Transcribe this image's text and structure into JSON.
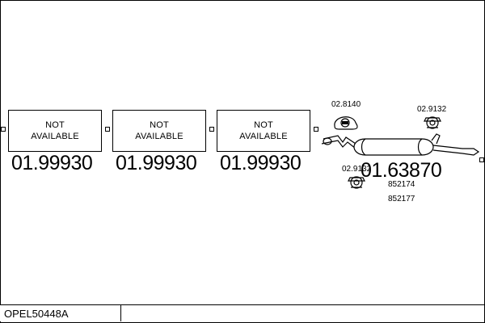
{
  "diagram": {
    "placeholders": [
      {
        "line1": "NOT",
        "line2": "AVAILABLE",
        "code": "01.99930"
      },
      {
        "line1": "NOT",
        "line2": "AVAILABLE",
        "code": "01.99930"
      },
      {
        "line1": "NOT",
        "line2": "AVAILABLE",
        "code": "01.99930"
      }
    ],
    "main_part": {
      "code": "01.63870",
      "refs": [
        "852174",
        "852177"
      ]
    },
    "parts": {
      "clamp_top": "02.8140",
      "mount_right": "02.9132",
      "mount_bottom": "02.9132"
    },
    "footer_id": "OPEL50448A"
  }
}
